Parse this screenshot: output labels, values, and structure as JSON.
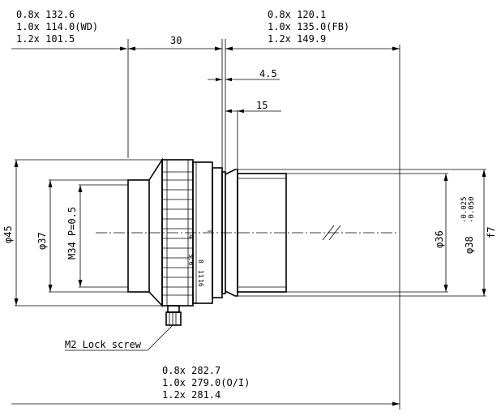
{
  "dimensions": {
    "wd_label": [
      "0.8x 132.6",
      "1.0x 114.0(WD)",
      "1.2x 101.5"
    ],
    "fb_label": [
      "0.8x 120.1",
      "1.0x 135.0(FB)",
      "1.2x 149.9"
    ],
    "oi_label": [
      "0.8x 282.7",
      "1.0x 279.0(O/I)",
      "1.2x 281.4"
    ],
    "len_30": "30",
    "len_4_5": "4.5",
    "len_15": "15",
    "dia_45": "φ45",
    "dia_37": "φ37",
    "thread": "M34 P=0.5",
    "dia_36": "φ36",
    "dia_38": "φ38",
    "tol_upper": "-0.025",
    "tol_lower": "-0.050",
    "fstop": "f7",
    "lock_screw": "M2 Lock screw"
  },
  "ring_scale": [
    "4",
    "5.6",
    "8",
    "11",
    "16"
  ]
}
